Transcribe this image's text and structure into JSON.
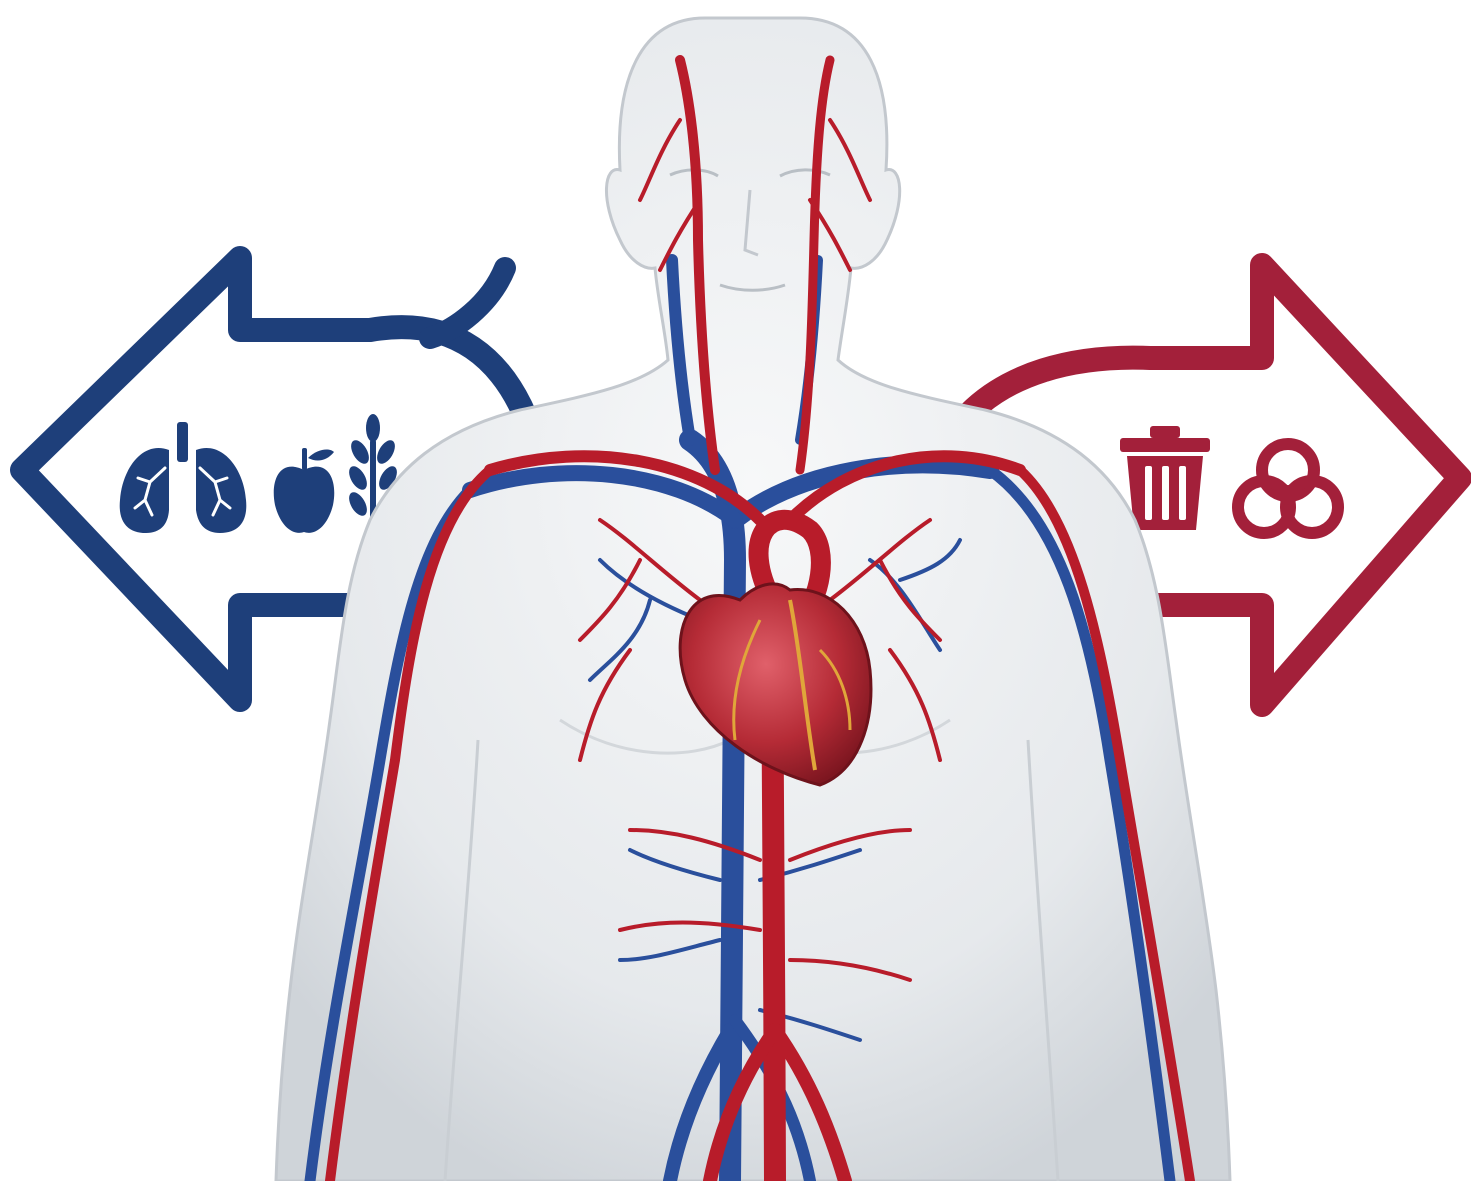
{
  "colors": {
    "background": "#ffffff",
    "inbound_arrow": "#1e3f7a",
    "outbound_arrow": "#a3203a",
    "artery": "#b81c2a",
    "vein": "#2a4f9c",
    "body_fill": "#e9ecef",
    "body_outline": "#c3c8ce",
    "heart": "#b8303a"
  },
  "figure": {
    "subject": "human-circulatory-system",
    "left_arrow": {
      "direction": "left",
      "color_role": "inbound_arrow",
      "icons": [
        "lungs-icon",
        "apple-icon",
        "wheat-icon"
      ]
    },
    "right_arrow": {
      "direction": "right",
      "color_role": "outbound_arrow",
      "icons": [
        "trash-can-icon",
        "biohazard-icon"
      ]
    }
  }
}
